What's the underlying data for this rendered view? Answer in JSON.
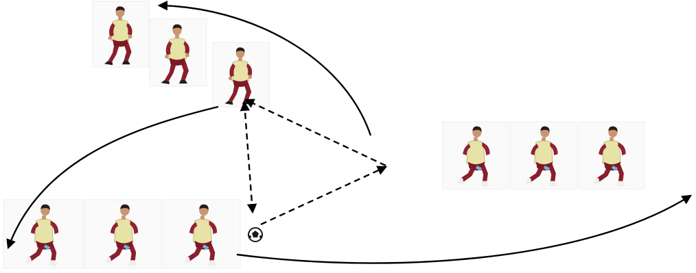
{
  "diagram": {
    "kind": "football-drill",
    "groups": [
      {
        "id": "top-left-group",
        "players": 3,
        "pose": "running"
      },
      {
        "id": "right-group",
        "players": 3,
        "pose": "running"
      },
      {
        "id": "bottom-left-group",
        "players": 3,
        "pose": "dribbling"
      }
    ],
    "ball": {
      "icon": "soccer-ball-icon"
    },
    "passes": [
      {
        "from": "ball",
        "to": "right-cone",
        "style": "dashed"
      },
      {
        "from": "right-cone",
        "to": "top-left-group",
        "style": "dashed"
      },
      {
        "from": "top-left-group",
        "to": "ball",
        "style": "dashed"
      }
    ],
    "runs": [
      {
        "from": "right-cone",
        "to": "top-left-group",
        "style": "solid"
      },
      {
        "from": "top-left-group",
        "to": "bottom-left-group",
        "style": "solid"
      },
      {
        "from": "bottom-left-group",
        "to": "right-group",
        "style": "solid"
      }
    ]
  },
  "colors": {
    "shirt": "#e7e2a6",
    "sleeve": "#8e2231",
    "shorts": "#8a1f2c",
    "socks": "#eeeeee",
    "skin": "#c99572",
    "hair": "#2b1b14",
    "arrows": "#000000"
  }
}
